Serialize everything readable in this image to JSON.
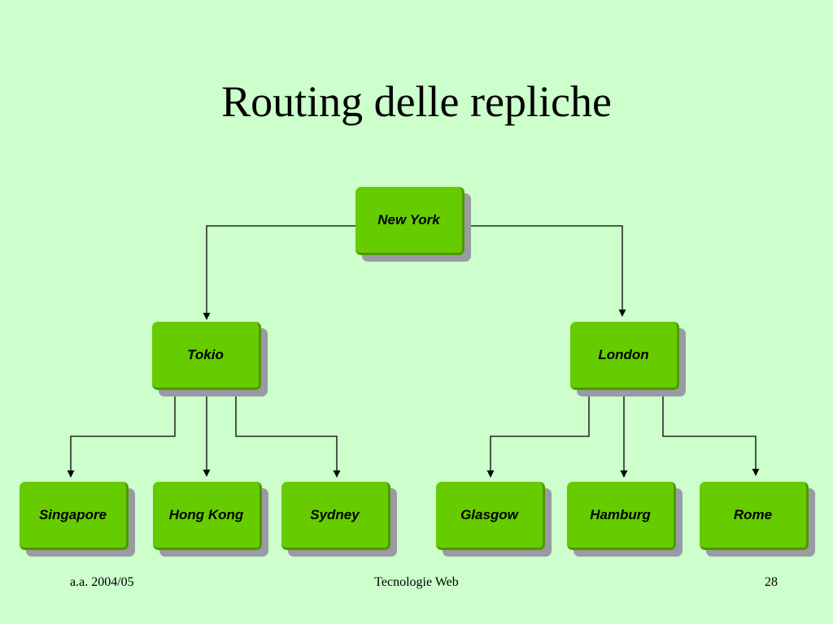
{
  "slide": {
    "title": "Routing delle repliche"
  },
  "nodes": {
    "new_york": "New York",
    "tokio": "Tokio",
    "london": "London",
    "singapore": "Singapore",
    "hong_kong": "Hong Kong",
    "sydney": "Sydney",
    "glasgow": "Glasgow",
    "hamburg": "Hamburg",
    "rome": "Rome"
  },
  "edges": [
    {
      "from": "New York",
      "to": "Tokio"
    },
    {
      "from": "New York",
      "to": "London"
    },
    {
      "from": "Tokio",
      "to": "Singapore"
    },
    {
      "from": "Tokio",
      "to": "Hong Kong"
    },
    {
      "from": "Tokio",
      "to": "Sydney"
    },
    {
      "from": "London",
      "to": "Glasgow"
    },
    {
      "from": "London",
      "to": "Hamburg"
    },
    {
      "from": "London",
      "to": "Rome"
    }
  ],
  "footer": {
    "left": "a.a. 2004/05",
    "center": "Tecnologie Web",
    "page": "28"
  },
  "colors": {
    "background": "#ccffcc",
    "node_fill": "#66cc00",
    "node_shadow": "#9a9aa4"
  }
}
